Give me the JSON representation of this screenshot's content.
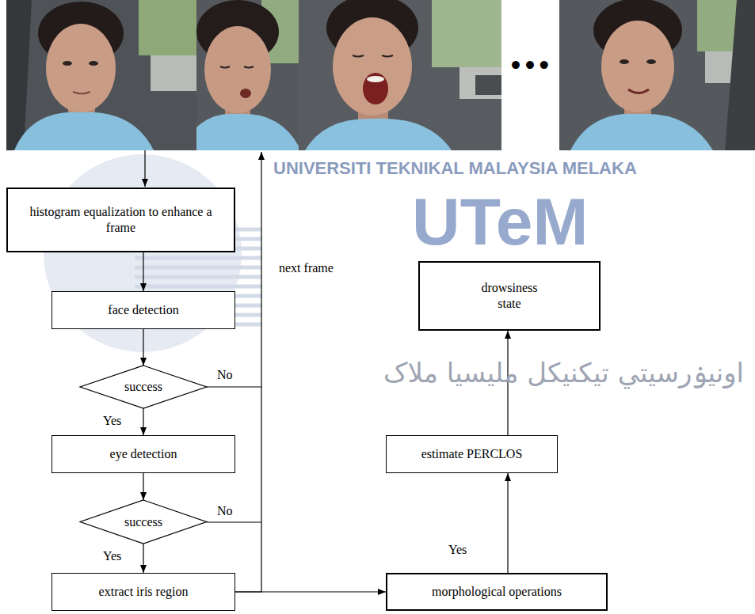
{
  "diagram": {
    "nodes": [
      {
        "text": [
          "histogram equalization to enhance a frame"
        ]
      },
      {
        "text": [
          "face detection"
        ]
      },
      {
        "text": [
          "success"
        ]
      },
      {
        "text": [
          "eye detection"
        ]
      },
      {
        "text": [
          "success"
        ]
      },
      {
        "text": [
          "extract iris region"
        ]
      },
      {
        "text": [
          "morphological operations"
        ]
      },
      {
        "text": [
          "estimate PERCLOS"
        ]
      },
      {
        "text": [
          "drowsiness state"
        ]
      }
    ],
    "edges": [
      {
        "from": 0,
        "to": 1,
        "arrow": "to"
      },
      {
        "from": 1,
        "to": 2,
        "arrow": "to"
      },
      {
        "from": 2,
        "to": 3,
        "label": "Yes",
        "arrow": "to"
      },
      {
        "from": 3,
        "to": 4,
        "arrow": "to"
      },
      {
        "from": 4,
        "to": 5,
        "label": "Yes",
        "arrow": "to"
      },
      {
        "from": 5,
        "to": 6,
        "arrow": "to"
      },
      {
        "from": 6,
        "to": 7,
        "label": "Yes",
        "arrow": "to"
      },
      {
        "from": 7,
        "to": 8,
        "arrow": "to"
      }
    ],
    "labels": [
      "•••",
      "next frame",
      "No",
      "No",
      "UTeM",
      "UNIVERSITI TEKNIKAL MALAYSIA MELAKA",
      "اونيۏرسيتي تيکنيکل مليسيا ملاک"
    ]
  }
}
